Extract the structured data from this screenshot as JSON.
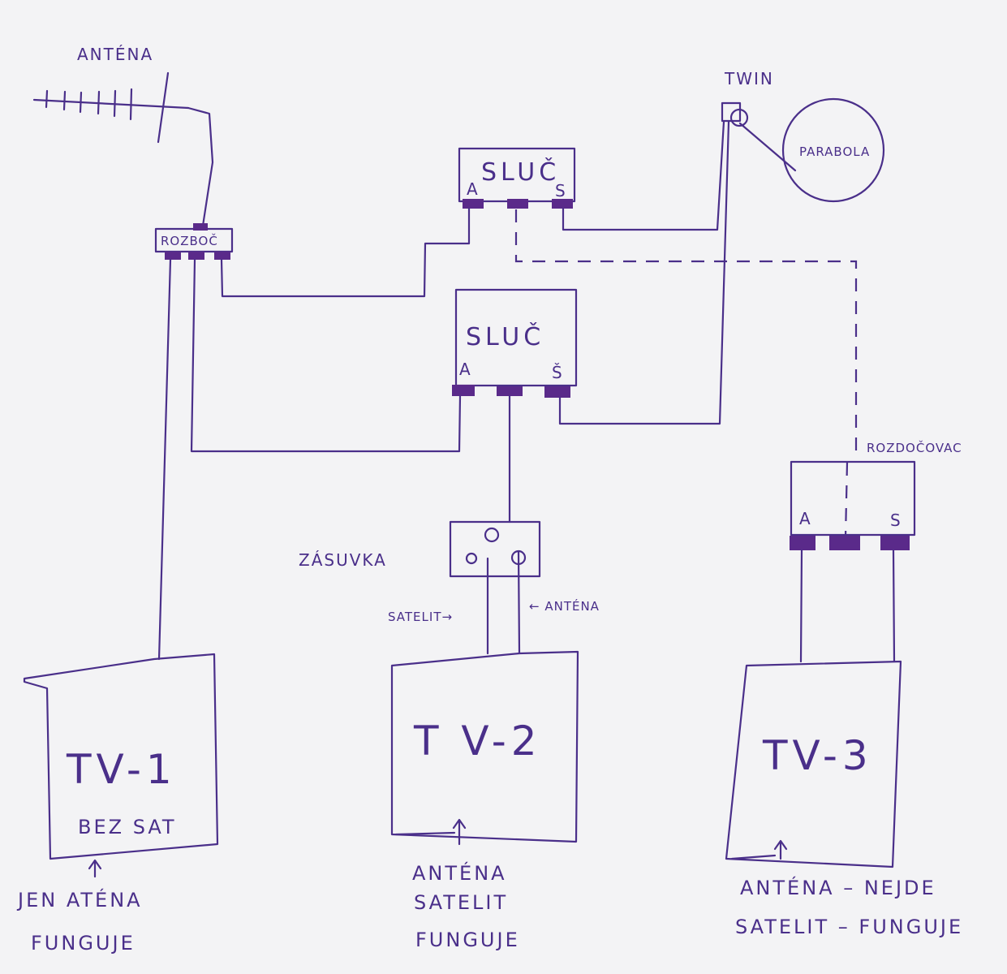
{
  "labels": {
    "antena_top": "ANTÉNA",
    "twin": "TWIN",
    "parabola": "PARABOLA",
    "rozboc": "ROZBOČ",
    "sluc_top": "SLUČ",
    "sluc_top_a": "A",
    "sluc_top_s": "S",
    "sluc_mid": "SLUČ",
    "sluc_mid_a": "A",
    "sluc_mid_s": "Š",
    "rozdocovac": "ROZDOČOVAC",
    "rozdocovac_a": "A",
    "rozdocovac_s": "S",
    "zasuvka": "ZÁSUVKA",
    "satelit_arrow": "SATELIT→",
    "antena_arrow": "← ANTÉNA"
  },
  "tvs": [
    {
      "name": "TV-1",
      "sub": "BEZ SAT",
      "note_lines": [
        "JEN ATÉNA",
        "FUNGUJE"
      ]
    },
    {
      "name": "T V-2",
      "sub": "",
      "note_lines": [
        "ANTÉNA",
        "SATELIT",
        "FUNGUJE"
      ]
    },
    {
      "name": "TV-3",
      "sub": "",
      "note_lines": [
        "ANTÉNA – NEJDE",
        "SATELIT – FUNGUJE"
      ]
    }
  ],
  "colors": {
    "ink": "#4a2f8a",
    "port": "#5a2a8a",
    "paper": "#f3f3f5"
  }
}
